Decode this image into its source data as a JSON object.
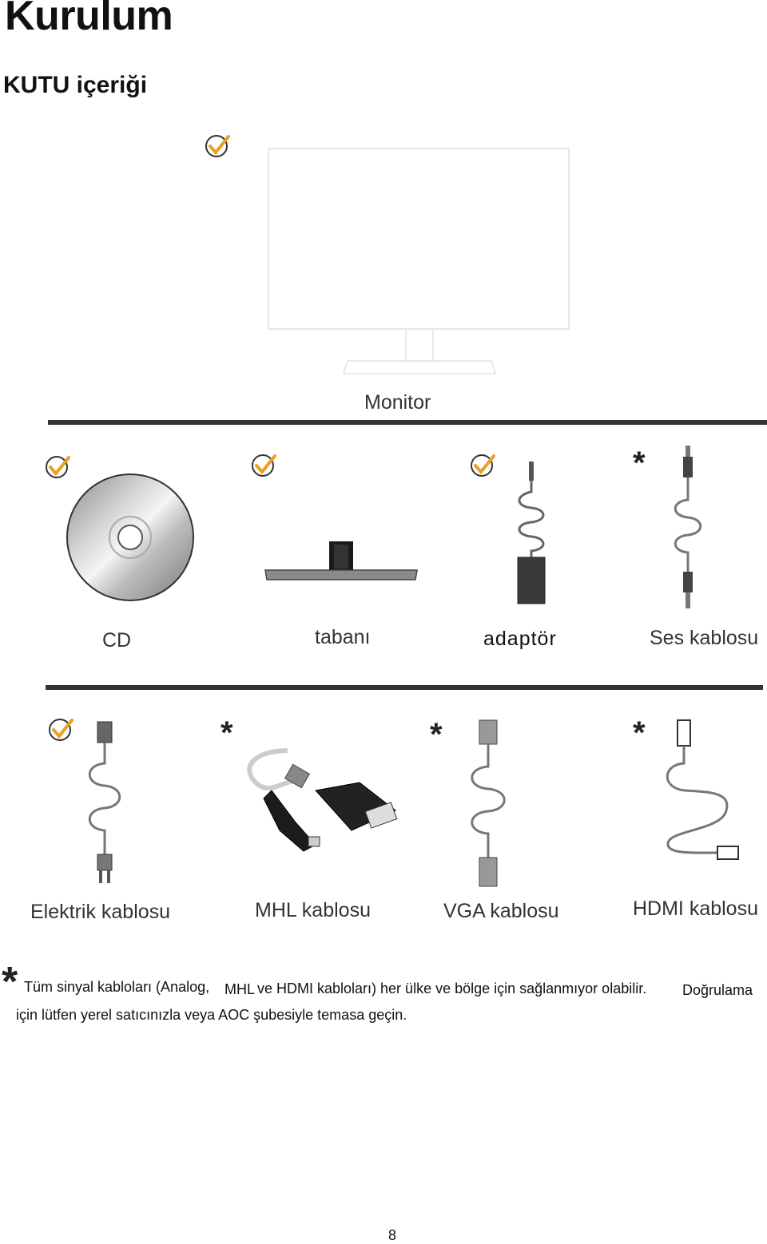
{
  "header": {
    "title": "Kurulum",
    "subtitle": "KUTU içeriği"
  },
  "monitor": {
    "label": "Monitor"
  },
  "row1": {
    "cd": "CD",
    "base": "tabanı",
    "adapter": "adaptör",
    "audio": "Ses kablosu",
    "star": "*"
  },
  "row2": {
    "power": "Elektrik kablosu",
    "mhl": "MHL kablosu",
    "vga": "VGA kablosu",
    "hdmi": "HDMI kablosu",
    "star": "*"
  },
  "footnote": {
    "star": "*",
    "line1a": "Tüm sinyal kabloları (Analog,",
    "line1b": "MHL",
    "line1c": "ve HDMI kabloları) her ülke ve bölge için sağlanmıyor olabilir.",
    "line1d": "Doğrulama",
    "line2": "için lütfen yerel satıcınızla veya AOC şubesiyle temasa geçin."
  },
  "page": {
    "number": "8"
  },
  "colors": {
    "check": "#e8a020",
    "rule": "#333333"
  },
  "icons": [
    "checkmark-icon",
    "asterisk-icon"
  ]
}
